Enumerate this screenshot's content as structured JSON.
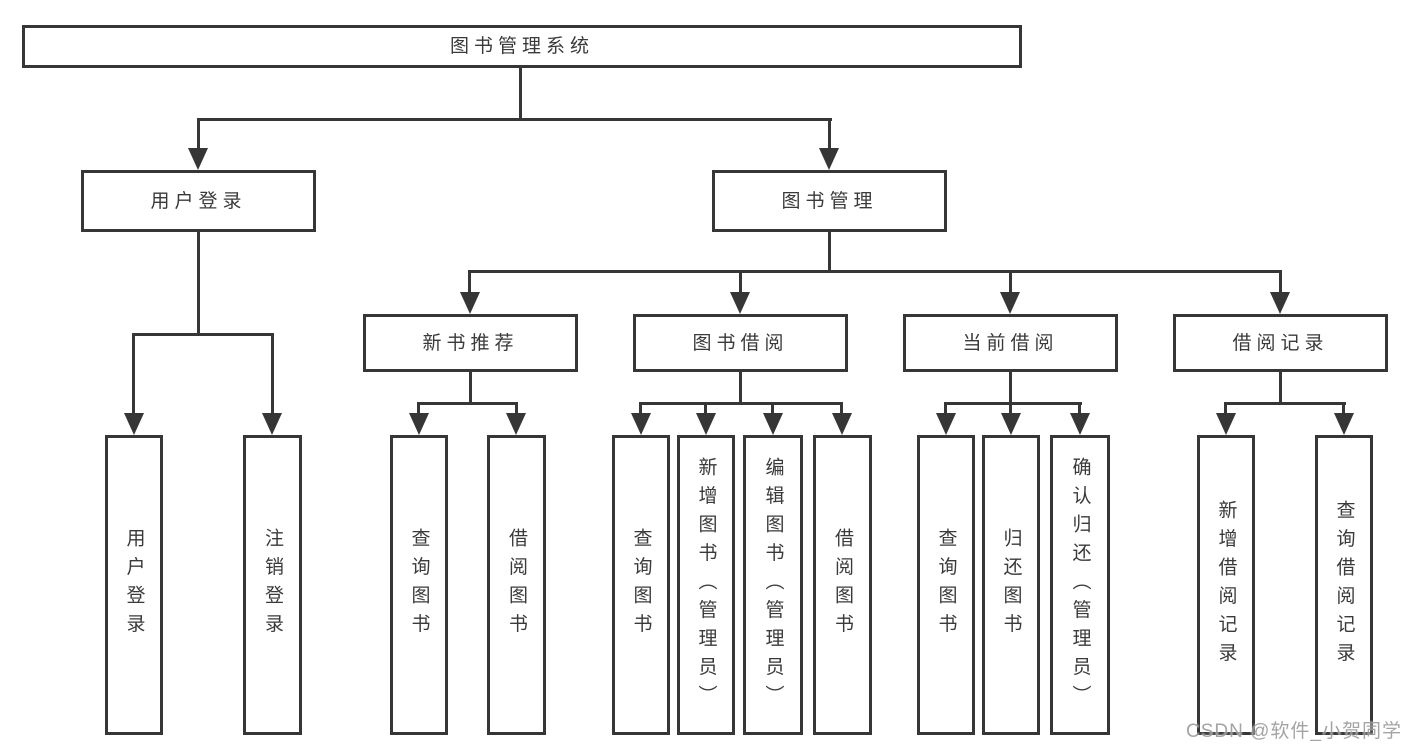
{
  "colors": {
    "line": "#363636",
    "background": "#ffffff",
    "watermark": "#999999"
  },
  "tree": {
    "label": "图书管理系统",
    "children": [
      {
        "label": "用户登录",
        "children": [
          {
            "label": "用户登录"
          },
          {
            "label": "注销登录"
          }
        ]
      },
      {
        "label": "图书管理",
        "children": [
          {
            "label": "新书推荐",
            "children": [
              {
                "label": "查询图书"
              },
              {
                "label": "借阅图书"
              }
            ]
          },
          {
            "label": "图书借阅",
            "children": [
              {
                "label": "查询图书"
              },
              {
                "label": "新增图书（管理员）"
              },
              {
                "label": "编辑图书（管理员）"
              },
              {
                "label": "借阅图书"
              }
            ]
          },
          {
            "label": "当前借阅",
            "children": [
              {
                "label": "查询图书"
              },
              {
                "label": "归还图书"
              },
              {
                "label": "确认归还（管理员）"
              }
            ]
          },
          {
            "label": "借阅记录",
            "children": [
              {
                "label": "新增借阅记录"
              },
              {
                "label": "查询借阅记录"
              }
            ]
          }
        ]
      }
    ]
  },
  "watermark": {
    "text": "CSDN @软件_小贺同学"
  }
}
